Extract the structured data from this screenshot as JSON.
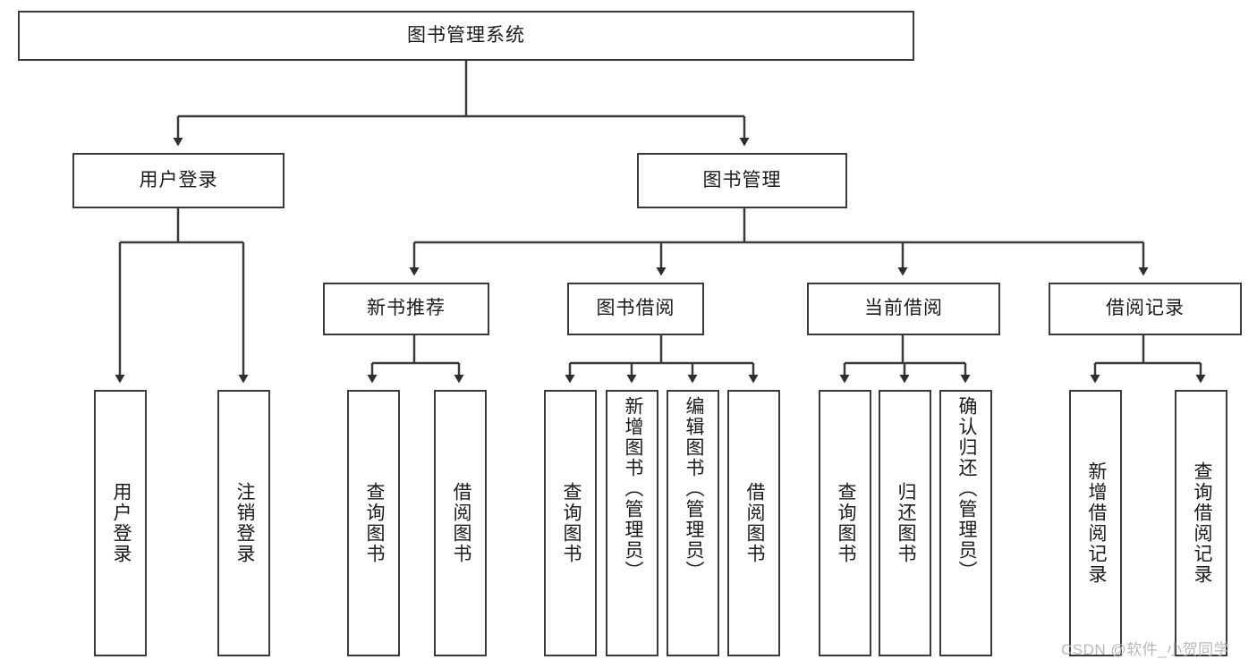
{
  "diagram": {
    "title": "图书管理系统",
    "type": "tree-hierarchy-diagram",
    "root": {
      "id": "root",
      "label": "图书管理系统"
    },
    "level2": [
      {
        "id": "user-login",
        "label": "用户登录"
      },
      {
        "id": "book-management",
        "label": "图书管理"
      }
    ],
    "level3": [
      {
        "id": "new-book-recommend",
        "label": "新书推荐",
        "parent": "book-management"
      },
      {
        "id": "book-borrow",
        "label": "图书借阅",
        "parent": "book-management"
      },
      {
        "id": "current-borrow",
        "label": "当前借阅",
        "parent": "book-management"
      },
      {
        "id": "borrow-record",
        "label": "借阅记录",
        "parent": "book-management"
      }
    ],
    "leaves": [
      {
        "id": "leaf-user-login",
        "label": "用户登录",
        "parent": "user-login"
      },
      {
        "id": "leaf-logout-login",
        "label": "注销登录",
        "parent": "user-login"
      },
      {
        "id": "leaf-query-book-1",
        "label": "查询图书",
        "parent": "new-book-recommend"
      },
      {
        "id": "leaf-borrow-book-1",
        "label": "借阅图书",
        "parent": "new-book-recommend"
      },
      {
        "id": "leaf-query-book-2",
        "label": "查询图书",
        "parent": "book-borrow"
      },
      {
        "id": "leaf-add-book",
        "label": "新增图书（管理员）",
        "parent": "book-borrow"
      },
      {
        "id": "leaf-edit-book",
        "label": "编辑图书（管理员）",
        "parent": "book-borrow"
      },
      {
        "id": "leaf-borrow-book-2",
        "label": "借阅图书",
        "parent": "book-borrow"
      },
      {
        "id": "leaf-query-book-3",
        "label": "查询图书",
        "parent": "current-borrow"
      },
      {
        "id": "leaf-return-book",
        "label": "归还图书",
        "parent": "current-borrow"
      },
      {
        "id": "leaf-confirm-return",
        "label": "确认归还（管理员）",
        "parent": "current-borrow"
      },
      {
        "id": "leaf-add-record",
        "label": "新增借阅记录",
        "parent": "borrow-record"
      },
      {
        "id": "leaf-query-record",
        "label": "查询借阅记录",
        "parent": "borrow-record"
      }
    ],
    "colors": {
      "stroke": "#3a3a3a",
      "fill": "#ffffff",
      "text": "#1a1a1a",
      "watermark": "#b8b8b8"
    }
  },
  "watermark": {
    "text": "CSDN @软件_小贺同学"
  }
}
